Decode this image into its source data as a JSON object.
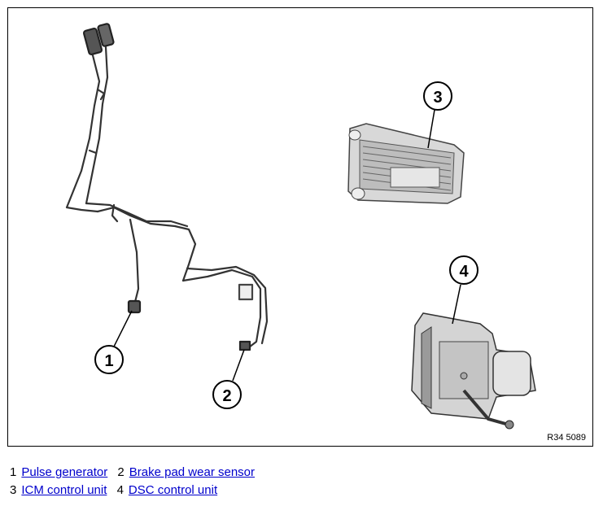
{
  "figure": {
    "reference_code": "R34 5089",
    "callouts": [
      "1",
      "2",
      "3",
      "4"
    ]
  },
  "legend": {
    "rows": [
      [
        {
          "number": "1",
          "label": "Pulse generator"
        },
        {
          "number": "2",
          "label": "Brake pad wear sensor"
        }
      ],
      [
        {
          "number": "3",
          "label": "ICM control unit"
        },
        {
          "number": "4",
          "label": "DSC control unit"
        }
      ]
    ]
  }
}
